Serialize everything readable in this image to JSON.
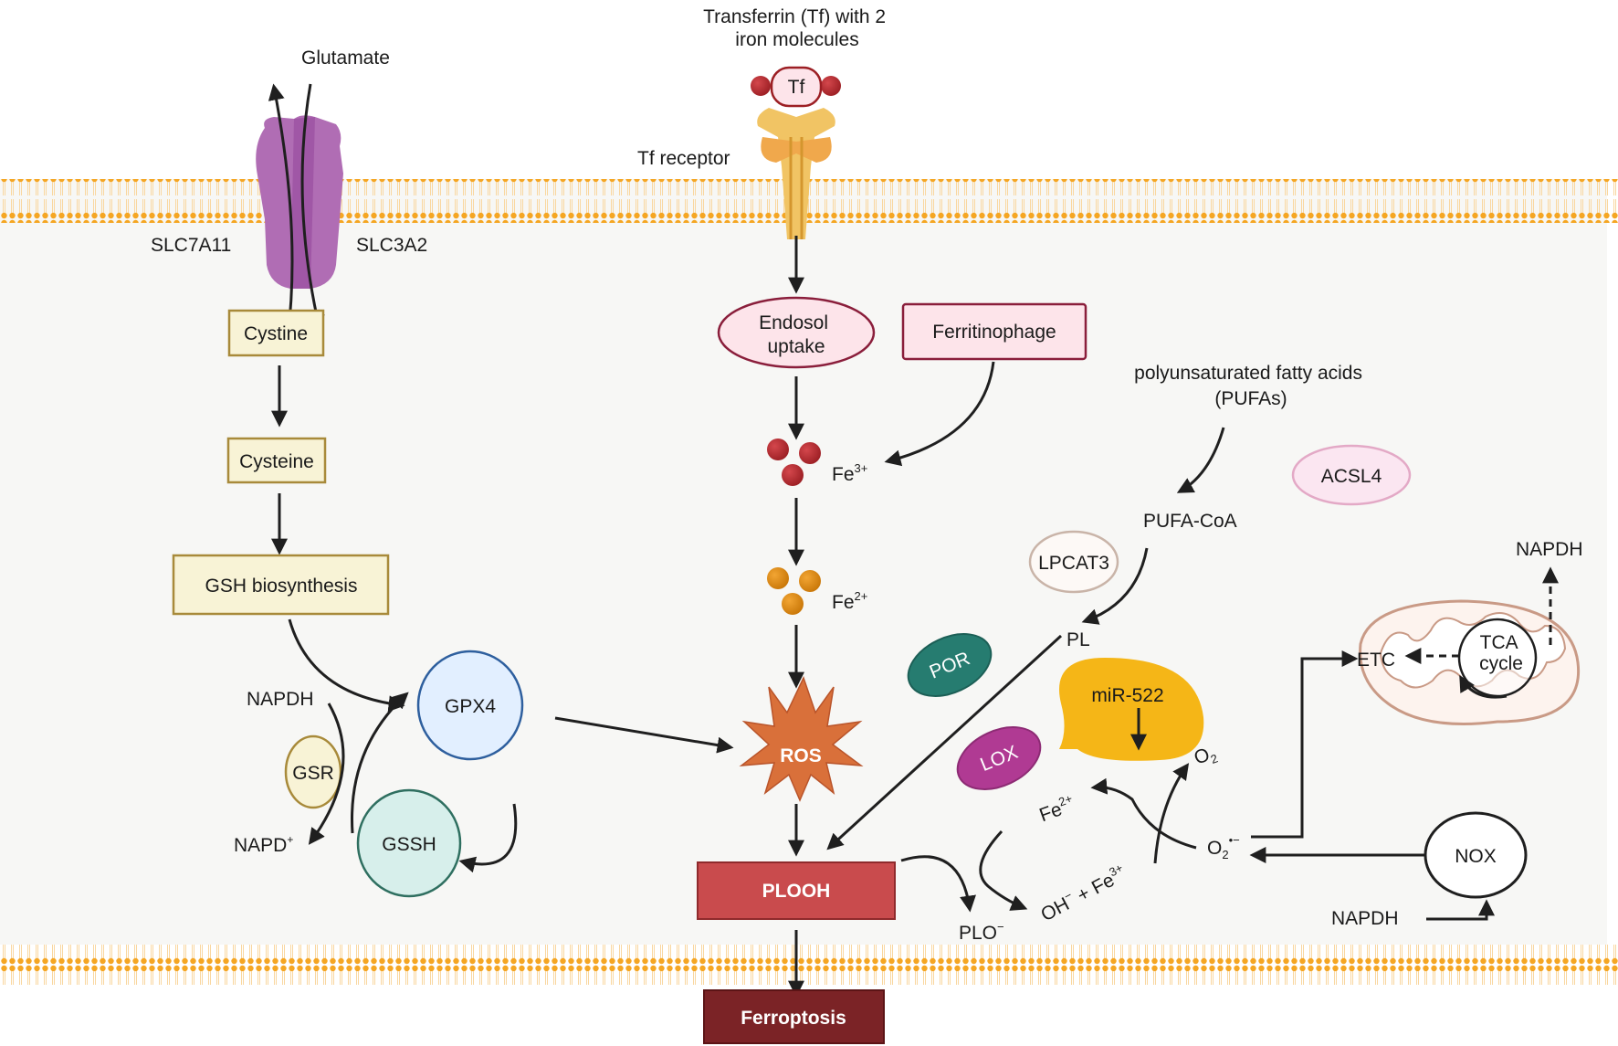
{
  "diagram": {
    "title": "Ferroptosis signaling pathway",
    "colors": {
      "membrane": "#f5a623",
      "cytoplasm": "#f7f7f5",
      "amino_box_fill": "#f8f3d6",
      "amino_box_border": "#a88a3a",
      "transporter": "#a261a8",
      "fe3": "#b3282d",
      "fe2": "#e08a10",
      "ros": "#d9703a",
      "plooh": "#c94b4d",
      "ferroptosis": "#7b2326",
      "por": "#267c70",
      "lox": "#b03a93",
      "mir": "#f5b617",
      "gpx4_fill": "#e2efff",
      "gpx4_border": "#2e5f9e",
      "gssh_fill": "#d7efeb",
      "gssh_border": "#2f6f60",
      "endosome_fill": "#fce5ec",
      "endosome_border": "#8a1e3b",
      "acsl4_fill": "#fbe6f1",
      "acsl4_border": "#e3a9c6",
      "mito_border": "#c99a86",
      "mito_fill": "#fdf3ee"
    },
    "extracellular": {
      "glutamate": "Glutamate",
      "transferrin": [
        "Transferrin (Tf) with 2",
        "iron molecules"
      ],
      "tf_label": "Tf",
      "tf_receptor": "Tf receptor"
    },
    "transporter": {
      "left": "SLC7A11",
      "right": "SLC3A2"
    },
    "gsh_pathway": {
      "cystine": "Cystine",
      "cysteine": "Cysteine",
      "gsh_biosynthesis": "GSH biosynthesis",
      "gpx4": "GPX4",
      "gsr": "GSR",
      "gssh": "GSSH",
      "napdh": "NAPDH",
      "napd_plus": "NAPD",
      "napd_sup": "+"
    },
    "iron_pathway": {
      "endosol": [
        "Endosol",
        "uptake"
      ],
      "ferritinophage": "Ferritinophage",
      "fe3": "Fe",
      "fe3_sup": "3+",
      "fe2": "Fe",
      "fe2_sup": "2+",
      "ros": "ROS"
    },
    "lipid_pathway": {
      "pufas": [
        "polyunsaturated fatty acids",
        "(PUFAs)"
      ],
      "acsl4": "ACSL4",
      "pufa_coa": "PUFA-CoA",
      "lpcat3": "LPCAT3",
      "pl": "PL",
      "por": "POR",
      "lox": "LOX",
      "mir522": "miR-522",
      "plooh": "PLOOH",
      "ferroptosis": "Ferroptosis",
      "plo": "PLO",
      "plo_sup": "−"
    },
    "fenton": {
      "fe2": "Fe",
      "fe2_sup": "2+",
      "oh_fe3": "OH",
      "oh_sup": "−",
      "plus_fe": " + Fe",
      "fe3_sup": "3+",
      "o2": "O",
      "o2_sub": "2",
      "superoxide": "O",
      "superoxide_sub": "2",
      "superoxide_sup": "•−"
    },
    "mitochondria": {
      "etc": "ETC",
      "tca": [
        "TCA",
        "cycle"
      ],
      "napdh": "NAPDH"
    },
    "nox": {
      "label": "NOX",
      "napdh": "NAPDH"
    }
  }
}
